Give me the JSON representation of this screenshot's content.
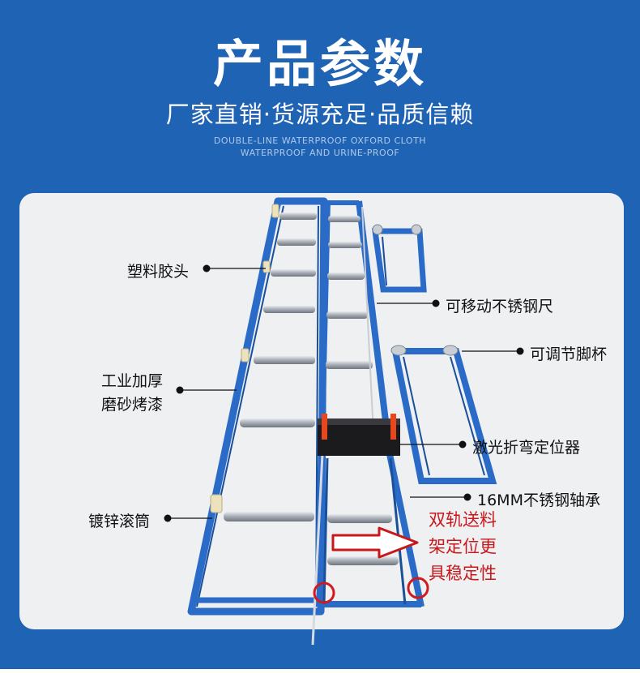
{
  "header": {
    "title": "产品参数",
    "subtitle": "厂家直销·货源充足·品质信赖",
    "english_line_1": "DOUBLE-LINE WATERPROOF OXFORD CLOTH",
    "english_line_2": "WATERPROOF AND URINE-PROOF"
  },
  "labels": {
    "plastic_head": "塑料胶头",
    "paint_line_1": "工业加厚",
    "paint_line_2": "磨砂烤漆",
    "galvanized_roller": "镀锌滚筒",
    "ruler": "可移动不锈钢尺",
    "foot_cup": "可调节脚杯",
    "laser_locator": "激光折弯定位器",
    "bearing": "16MM不锈钢轴承"
  },
  "note": {
    "line_1": "双轨送料",
    "line_2": "架定位更",
    "line_3": "具稳定性"
  },
  "colors": {
    "banner": "#1f63b4",
    "card": "#eef0f2",
    "frame": "#2a6bc8",
    "note_red": "#c8181c"
  }
}
